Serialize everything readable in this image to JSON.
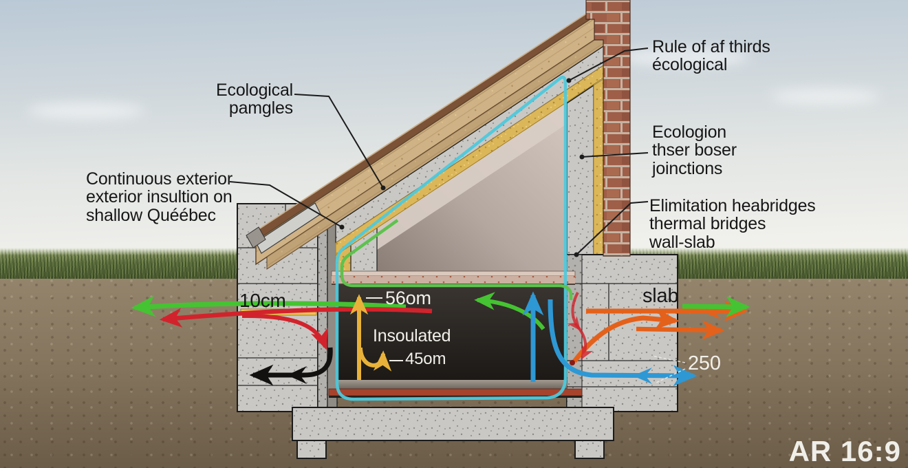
{
  "scene": {
    "description": "architectural cross-section of an eco house with insulation envelope",
    "watermark": "AR 16:9"
  },
  "callouts": {
    "panels": {
      "lines": [
        "Ecological",
        "pamgles"
      ]
    },
    "thirds": {
      "lines": [
        "Rule of af thirds",
        "écological"
      ]
    },
    "exterior": {
      "lines": [
        "Continuous exterior",
        "exterior insultion on",
        "shallow  Quéébec"
      ]
    },
    "junctions": {
      "lines": [
        "Ecologion",
        "thser boser",
        "joinctions"
      ]
    },
    "bridges": {
      "lines": [
        "Elimitation heabridges",
        "thermal bridges",
        "wall-slab"
      ]
    }
  },
  "dimensions": {
    "left_wall": "10cm",
    "crawl_height": "56om",
    "insulated": "Insoulated",
    "hook": "45om",
    "slab": "slab",
    "right_depth": "250"
  },
  "colors": {
    "air_barrier_cyan": "#4ec9dc",
    "membrane_green": "#5ec24e",
    "arrow_green": "#45c332",
    "arrow_red": "#d2232c",
    "arrow_black": "#121110",
    "arrow_yellow": "#e8b23a",
    "arrow_blue": "#2e98d4",
    "arrow_orange": "#e4611b",
    "insulation_yellow": "#edc453",
    "brick": "#9e5e48",
    "concrete": "#c9c8c5"
  }
}
